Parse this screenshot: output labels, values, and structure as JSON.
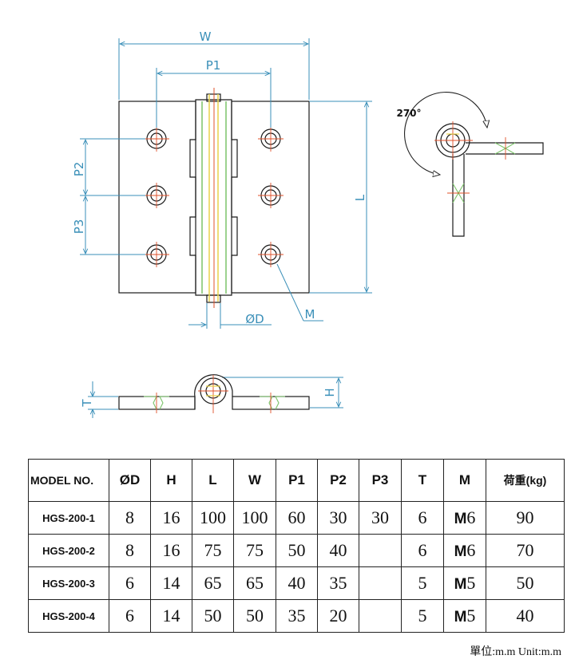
{
  "drawing": {
    "dimension_labels": {
      "w": "W",
      "p1": "P1",
      "p2": "P2",
      "p3": "P3",
      "l": "L",
      "diameter": "ØD",
      "m": "M",
      "t": "T",
      "h": "H",
      "angle": "270°"
    },
    "colors": {
      "outline": "#1a1a1a",
      "dimension": "#3a8fb8",
      "centerline": "#e0502a",
      "green": "#7cc46a",
      "yellow": "#e8d24a"
    }
  },
  "table": {
    "headers": [
      "MODEL NO.",
      "ØD",
      "H",
      "L",
      "W",
      "P1",
      "P2",
      "P3",
      "T",
      "M",
      "荷重(kg)"
    ],
    "rows": [
      {
        "model": "HGS-200-1",
        "d": "8",
        "h": "16",
        "l": "100",
        "w": "100",
        "p1": "60",
        "p2": "30",
        "p3": "30",
        "t": "6",
        "m_prefix": "M",
        "m_num": "6",
        "load": "90"
      },
      {
        "model": "HGS-200-2",
        "d": "8",
        "h": "16",
        "l": "75",
        "w": "75",
        "p1": "50",
        "p2": "40",
        "p3": "",
        "t": "6",
        "m_prefix": "M",
        "m_num": "6",
        "load": "70"
      },
      {
        "model": "HGS-200-3",
        "d": "6",
        "h": "14",
        "l": "65",
        "w": "65",
        "p1": "40",
        "p2": "35",
        "p3": "",
        "t": "5",
        "m_prefix": "M",
        "m_num": "5",
        "load": "50"
      },
      {
        "model": "HGS-200-4",
        "d": "6",
        "h": "14",
        "l": "50",
        "w": "50",
        "p1": "35",
        "p2": "20",
        "p3": "",
        "t": "5",
        "m_prefix": "M",
        "m_num": "5",
        "load": "40"
      }
    ]
  },
  "unit_note": "單位:m.m   Unit:m.m"
}
